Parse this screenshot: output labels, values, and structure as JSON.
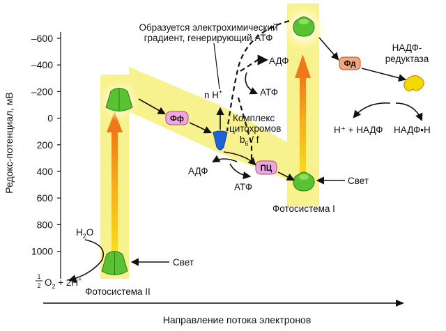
{
  "y_axis": {
    "title": "Редокс-потенциал, мВ",
    "ticks": [
      "–600",
      "–400",
      "–200",
      "0",
      "200",
      "400",
      "600",
      "800",
      "1000"
    ]
  },
  "x_axis": {
    "title": "Направление потока электронов"
  },
  "gradient_text": {
    "line1": "Образуется электрохимический",
    "line2": "градиент, генерирующий АТФ"
  },
  "proton": {
    "prefix": "n H",
    "sup": "+"
  },
  "complex": {
    "line1": "Комплекс",
    "line2": "цитохромов",
    "b": "b",
    "b_sub": "6",
    "rest": " / f"
  },
  "carriers": {
    "ff": "Фф",
    "pc": "ПЦ",
    "fd": "Фд"
  },
  "energy_top": {
    "adp": "АДФ",
    "atp": "АТФ"
  },
  "energy_bottom": {
    "adp": "АДФ",
    "atp": "АТФ"
  },
  "reductase": {
    "line1": "НАДФ-",
    "line2": "редуктаза"
  },
  "nadp_products": {
    "left": "H⁺ + НАДФ",
    "right": "НАДФ•H"
  },
  "ps1": {
    "label": "Фотосистема I",
    "light": "Свет"
  },
  "ps2": {
    "label": "Фотосистема II",
    "light": "Свет"
  },
  "water": {
    "h": "H",
    "sub": "2",
    "o": "O"
  },
  "oxygen": {
    "num": "1",
    "den": "2",
    "o": "O",
    "o_sub": "2",
    "rest": " + 2H",
    "sup": "+"
  },
  "colors": {
    "band": "#f8f28e",
    "arrow_base": "#f2c20f",
    "arrow_tip": "#f07818",
    "ps_green": "#58c232",
    "carrier_pink": "#f2a6de",
    "fd_orange": "#f4a67c",
    "cyt_blue": "#1f63d8",
    "reductase_yellow": "#f6d800"
  }
}
